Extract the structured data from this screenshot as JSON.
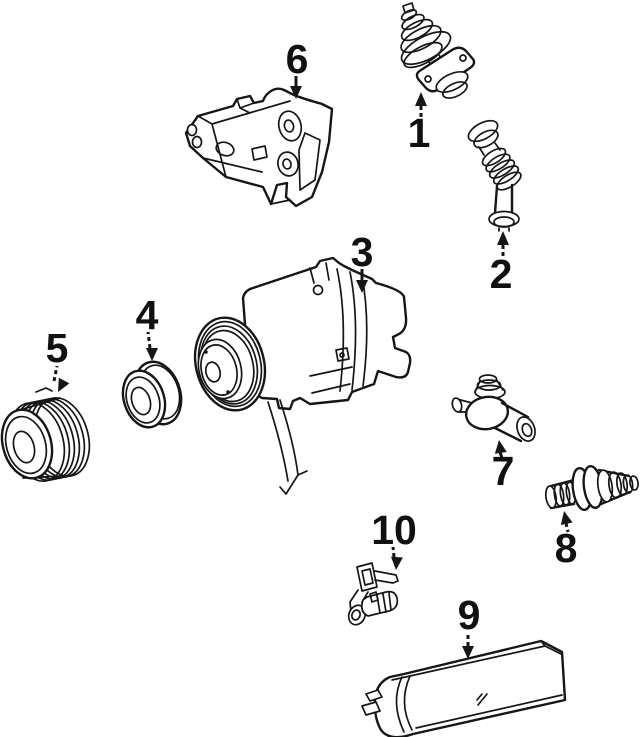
{
  "page": {
    "background": "#ffffff",
    "ink": "#161616"
  },
  "diagram": {
    "type": "exploded-parts-line-diagram",
    "callouts": [
      {
        "label": "1"
      },
      {
        "label": "2"
      },
      {
        "label": "3"
      },
      {
        "label": "4"
      },
      {
        "label": "5"
      },
      {
        "label": "6"
      },
      {
        "label": "7"
      },
      {
        "label": "8"
      },
      {
        "label": "9"
      },
      {
        "label": "10"
      }
    ]
  }
}
